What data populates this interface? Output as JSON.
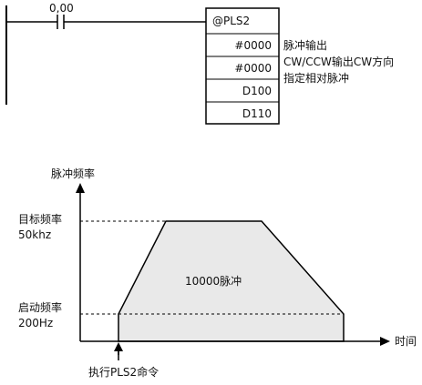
{
  "ladder": {
    "contact_address": "0,00",
    "instruction": "@PLS2",
    "operands": [
      "#0000",
      "#0000",
      "D100",
      "D110"
    ],
    "notes": [
      "脉冲输出",
      "CW/CCW输出CW方向",
      "指定相对脉冲"
    ]
  },
  "profile": {
    "y_axis_label": "脉冲频率",
    "x_axis_label": "时间",
    "target_freq_label": "目标频率",
    "target_freq_value": "50khz",
    "start_freq_label": "启动频率",
    "start_freq_value": "200Hz",
    "area_label": "10000脉冲",
    "trigger_label": "执行PLS2命令"
  }
}
